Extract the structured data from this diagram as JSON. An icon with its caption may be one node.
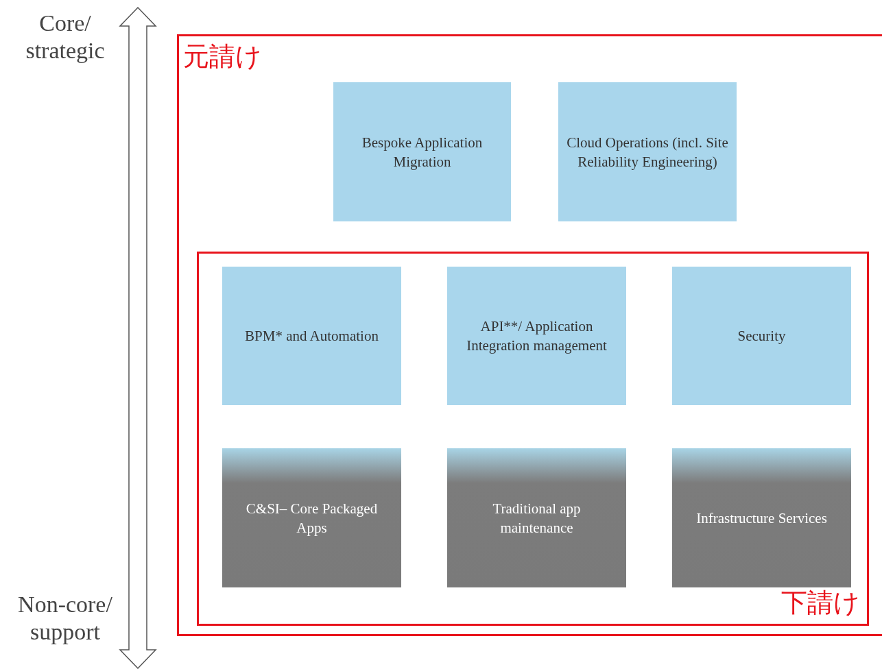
{
  "diagram": {
    "nodes": [
      {
        "text": [
          "元請け"
        ]
      },
      {
        "text": [
          "Bespoke Application Migration"
        ],
        "in": 0
      },
      {
        "text": [
          "Cloud Operations (incl. Site Reliability Engineering)"
        ],
        "in": 0
      },
      {
        "text": [
          "下請け"
        ],
        "in": 0
      },
      {
        "text": [
          "BPM* and Automation"
        ],
        "in": 3
      },
      {
        "text": [
          "API**/ Application Integration management"
        ],
        "in": 3
      },
      {
        "text": [
          "Security"
        ],
        "in": 3
      },
      {
        "text": [
          "C&SI– Core Packaged Apps"
        ],
        "in": 3
      },
      {
        "text": [
          "Traditional app maintenance"
        ],
        "in": 3
      },
      {
        "text": [
          "Infrastructure Services"
        ],
        "in": 3
      }
    ],
    "labels": [
      "Core/ strategic",
      "Non-core/ support"
    ]
  }
}
